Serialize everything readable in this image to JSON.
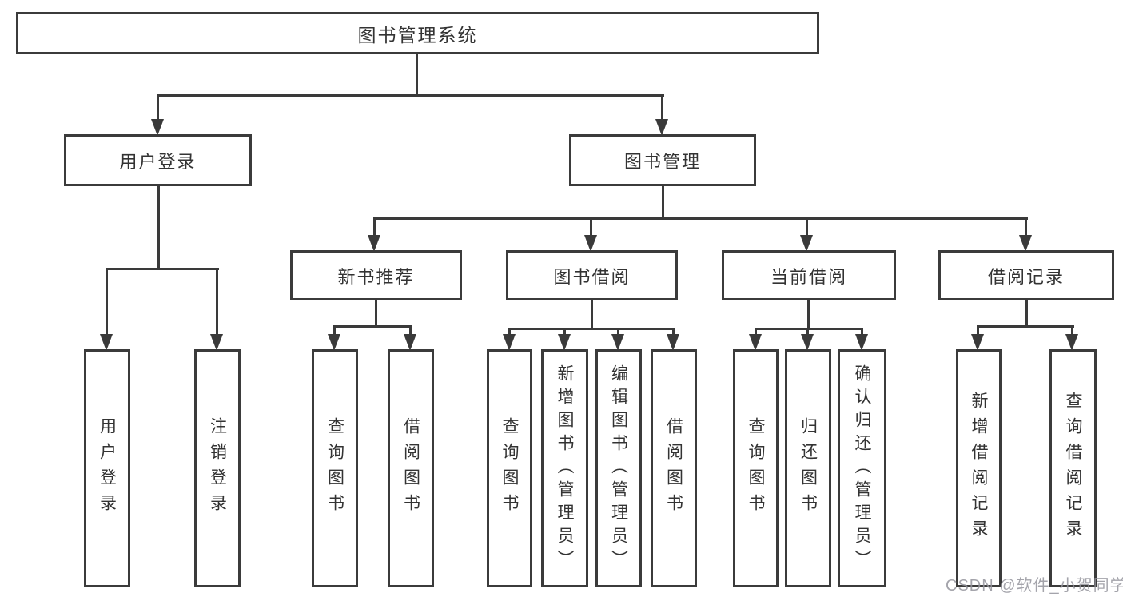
{
  "diagram": {
    "type": "org-tree",
    "root": "图书管理系统",
    "level2": [
      "用户登录",
      "图书管理"
    ],
    "level3": [
      "新书推荐",
      "图书借阅",
      "当前借阅",
      "借阅记录"
    ],
    "leaves": [
      "用户登录",
      "注销登录",
      "查询图书",
      "借阅图书",
      "查询图书",
      "新增图书（管理员）",
      "编辑图书（管理员）",
      "借阅图书",
      "查询图书",
      "归还图书",
      "确认归还（管理员）",
      "新增借阅记录",
      "查询借阅记录"
    ],
    "hierarchy": {
      "图书管理系统": {
        "用户登录": [
          "用户登录",
          "注销登录"
        ],
        "图书管理": {
          "新书推荐": [
            "查询图书",
            "借阅图书"
          ],
          "图书借阅": [
            "查询图书",
            "新增图书（管理员）",
            "编辑图书（管理员）",
            "借阅图书"
          ],
          "当前借阅": [
            "查询图书",
            "归还图书",
            "确认归还（管理员）"
          ],
          "借阅记录": [
            "新增借阅记录",
            "查询借阅记录"
          ]
        }
      }
    },
    "colors": {
      "line": "#3a3a3a",
      "border": "#3b3b3b",
      "text": "#333333",
      "background": "#ffffff",
      "watermark": "#94949c"
    }
  },
  "watermark": {
    "text": "CSDN @软件_小贺同学"
  }
}
